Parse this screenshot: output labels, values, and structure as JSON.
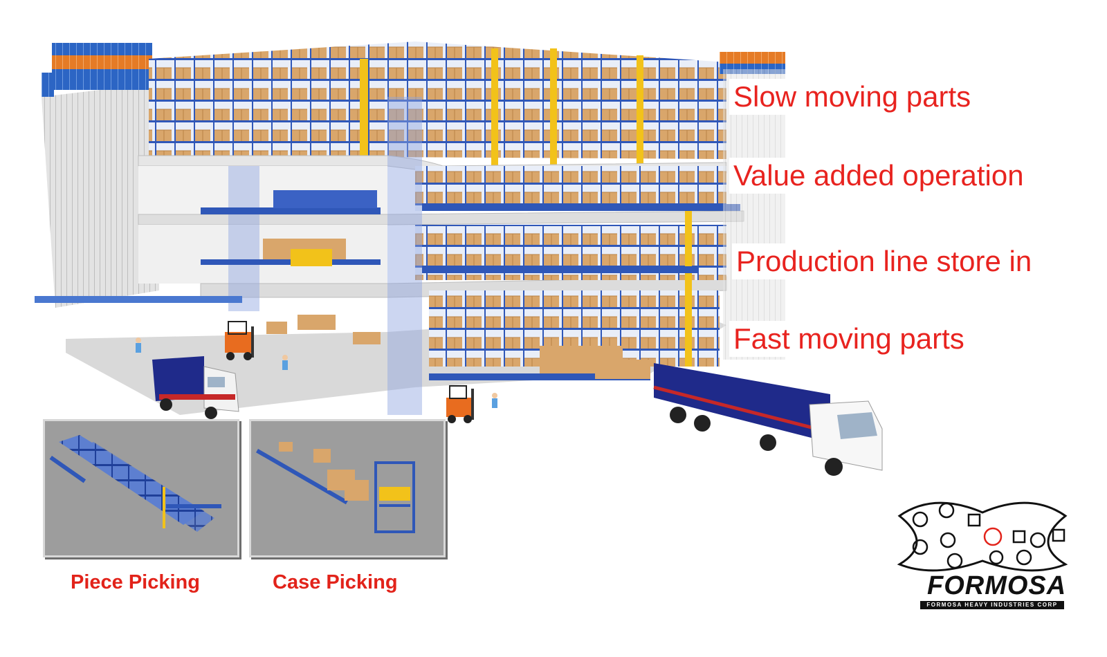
{
  "floor_labels": [
    {
      "id": "slow",
      "text": "Slow moving parts"
    },
    {
      "id": "value",
      "text": "Value added operation"
    },
    {
      "id": "production",
      "text": "Production line store in"
    },
    {
      "id": "fast",
      "text": "Fast moving parts"
    }
  ],
  "insets": [
    {
      "id": "piece",
      "caption": "Piece Picking"
    },
    {
      "id": "case",
      "caption": "Case Picking"
    }
  ],
  "logo": {
    "wordmark": "FORMOSA",
    "tagline": "FORMOSA HEAVY INDUSTRIES CORP"
  },
  "colors": {
    "label_red": "#e8231f",
    "rack_blue": "#2f57b8",
    "box_tan": "#d9a66b",
    "crane_yellow": "#f2c21a",
    "floor_gray": "#d9d9d9",
    "truck_blue": "#1f2a8a"
  },
  "icons": [
    "forklift-icon",
    "truck-icon",
    "trailer-truck-icon",
    "worker-icon",
    "formosa-emblem-icon"
  ]
}
